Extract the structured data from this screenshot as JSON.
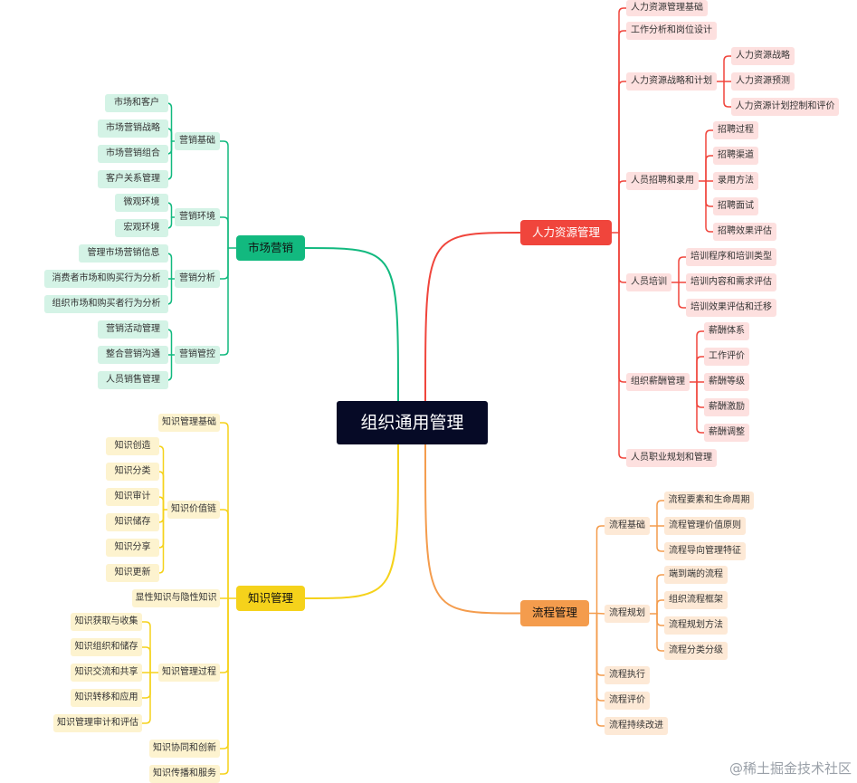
{
  "watermark": "@稀土掘金技术社区",
  "colors": {
    "marketing": "#12b97f",
    "hr": "#f0453c",
    "knowledge": "#f5d21b",
    "process": "#f49c4d",
    "root": "#060a26"
  },
  "nodes": [
    {
      "id": "root",
      "text": "组织通用管理"
    },
    {
      "id": "mk",
      "text": "市场营销",
      "parent": "root"
    },
    {
      "id": "mk1",
      "text": "营销基础",
      "parent": "mk"
    },
    {
      "id": "mk1a",
      "text": "市场和客户",
      "parent": "mk1"
    },
    {
      "id": "mk1b",
      "text": "市场营销战略",
      "parent": "mk1"
    },
    {
      "id": "mk1c",
      "text": "市场营销组合",
      "parent": "mk1"
    },
    {
      "id": "mk1d",
      "text": "客户关系管理",
      "parent": "mk1"
    },
    {
      "id": "mk2",
      "text": "营销环境",
      "parent": "mk"
    },
    {
      "id": "mk2a",
      "text": "微观环境",
      "parent": "mk2"
    },
    {
      "id": "mk2b",
      "text": "宏观环境",
      "parent": "mk2"
    },
    {
      "id": "mk3",
      "text": "营销分析",
      "parent": "mk"
    },
    {
      "id": "mk3a",
      "text": "管理市场营销信息",
      "parent": "mk3"
    },
    {
      "id": "mk3b",
      "text": "消费者市场和购买行为分析",
      "parent": "mk3"
    },
    {
      "id": "mk3c",
      "text": "组织市场和购买者行为分析",
      "parent": "mk3"
    },
    {
      "id": "mk4",
      "text": "营销管控",
      "parent": "mk"
    },
    {
      "id": "mk4a",
      "text": "营销活动管理",
      "parent": "mk4"
    },
    {
      "id": "mk4b",
      "text": "整合营销沟通",
      "parent": "mk4"
    },
    {
      "id": "mk4c",
      "text": "人员销售管理",
      "parent": "mk4"
    },
    {
      "id": "hr",
      "text": "人力资源管理",
      "parent": "root"
    },
    {
      "id": "hr1",
      "text": "人力资源管理基础",
      "parent": "hr"
    },
    {
      "id": "hr2",
      "text": "工作分析和岗位设计",
      "parent": "hr"
    },
    {
      "id": "hr3",
      "text": "人力资源战略和计划",
      "parent": "hr"
    },
    {
      "id": "hr3a",
      "text": "人力资源战略",
      "parent": "hr3"
    },
    {
      "id": "hr3b",
      "text": "人力资源预测",
      "parent": "hr3"
    },
    {
      "id": "hr3c",
      "text": "人力资源计划控制和评价",
      "parent": "hr3"
    },
    {
      "id": "hr4",
      "text": "人员招聘和录用",
      "parent": "hr"
    },
    {
      "id": "hr4a",
      "text": "招聘过程",
      "parent": "hr4"
    },
    {
      "id": "hr4b",
      "text": "招聘渠道",
      "parent": "hr4"
    },
    {
      "id": "hr4c",
      "text": "录用方法",
      "parent": "hr4"
    },
    {
      "id": "hr4d",
      "text": "招聘面试",
      "parent": "hr4"
    },
    {
      "id": "hr4e",
      "text": "招聘效果评估",
      "parent": "hr4"
    },
    {
      "id": "hr5",
      "text": "人员培训",
      "parent": "hr"
    },
    {
      "id": "hr5a",
      "text": "培训程序和培训类型",
      "parent": "hr5"
    },
    {
      "id": "hr5b",
      "text": "培训内容和需求评估",
      "parent": "hr5"
    },
    {
      "id": "hr5c",
      "text": "培训效果评估和迁移",
      "parent": "hr5"
    },
    {
      "id": "hr6",
      "text": "组织薪酬管理",
      "parent": "hr"
    },
    {
      "id": "hr6a",
      "text": "薪酬体系",
      "parent": "hr6"
    },
    {
      "id": "hr6b",
      "text": "工作评价",
      "parent": "hr6"
    },
    {
      "id": "hr6c",
      "text": "薪酬等级",
      "parent": "hr6"
    },
    {
      "id": "hr6d",
      "text": "薪酬激励",
      "parent": "hr6"
    },
    {
      "id": "hr6e",
      "text": "薪酬调整",
      "parent": "hr6"
    },
    {
      "id": "hr7",
      "text": "人员职业规划和管理",
      "parent": "hr"
    },
    {
      "id": "km",
      "text": "知识管理",
      "parent": "root"
    },
    {
      "id": "km1",
      "text": "知识管理基础",
      "parent": "km"
    },
    {
      "id": "km2",
      "text": "知识价值链",
      "parent": "km"
    },
    {
      "id": "km2a",
      "text": "知识创造",
      "parent": "km2"
    },
    {
      "id": "km2b",
      "text": "知识分类",
      "parent": "km2"
    },
    {
      "id": "km2c",
      "text": "知识审计",
      "parent": "km2"
    },
    {
      "id": "km2d",
      "text": "知识储存",
      "parent": "km2"
    },
    {
      "id": "km2e",
      "text": "知识分享",
      "parent": "km2"
    },
    {
      "id": "km2f",
      "text": "知识更新",
      "parent": "km2"
    },
    {
      "id": "km3",
      "text": "显性知识与隐性知识",
      "parent": "km"
    },
    {
      "id": "km4",
      "text": "知识管理过程",
      "parent": "km"
    },
    {
      "id": "km4a",
      "text": "知识获取与收集",
      "parent": "km4"
    },
    {
      "id": "km4b",
      "text": "知识组织和储存",
      "parent": "km4"
    },
    {
      "id": "km4c",
      "text": "知识交流和共享",
      "parent": "km4"
    },
    {
      "id": "km4d",
      "text": "知识转移和应用",
      "parent": "km4"
    },
    {
      "id": "km4e",
      "text": "知识管理审计和评估",
      "parent": "km4"
    },
    {
      "id": "km5",
      "text": "知识协同和创新",
      "parent": "km"
    },
    {
      "id": "km6",
      "text": "知识传播和服务",
      "parent": "km"
    },
    {
      "id": "pm",
      "text": "流程管理",
      "parent": "root"
    },
    {
      "id": "pm1",
      "text": "流程基础",
      "parent": "pm"
    },
    {
      "id": "pm1a",
      "text": "流程要素和生命周期",
      "parent": "pm1"
    },
    {
      "id": "pm1b",
      "text": "流程管理价值原则",
      "parent": "pm1"
    },
    {
      "id": "pm1c",
      "text": "流程导向管理特征",
      "parent": "pm1"
    },
    {
      "id": "pm2",
      "text": "流程规划",
      "parent": "pm"
    },
    {
      "id": "pm2a",
      "text": "端到端的流程",
      "parent": "pm2"
    },
    {
      "id": "pm2b",
      "text": "组织流程框架",
      "parent": "pm2"
    },
    {
      "id": "pm2c",
      "text": "流程规划方法",
      "parent": "pm2"
    },
    {
      "id": "pm2d",
      "text": "流程分类分级",
      "parent": "pm2"
    },
    {
      "id": "pm3",
      "text": "流程执行",
      "parent": "pm"
    },
    {
      "id": "pm4",
      "text": "流程评价",
      "parent": "pm"
    },
    {
      "id": "pm5",
      "text": "流程持续改进",
      "parent": "pm"
    }
  ]
}
